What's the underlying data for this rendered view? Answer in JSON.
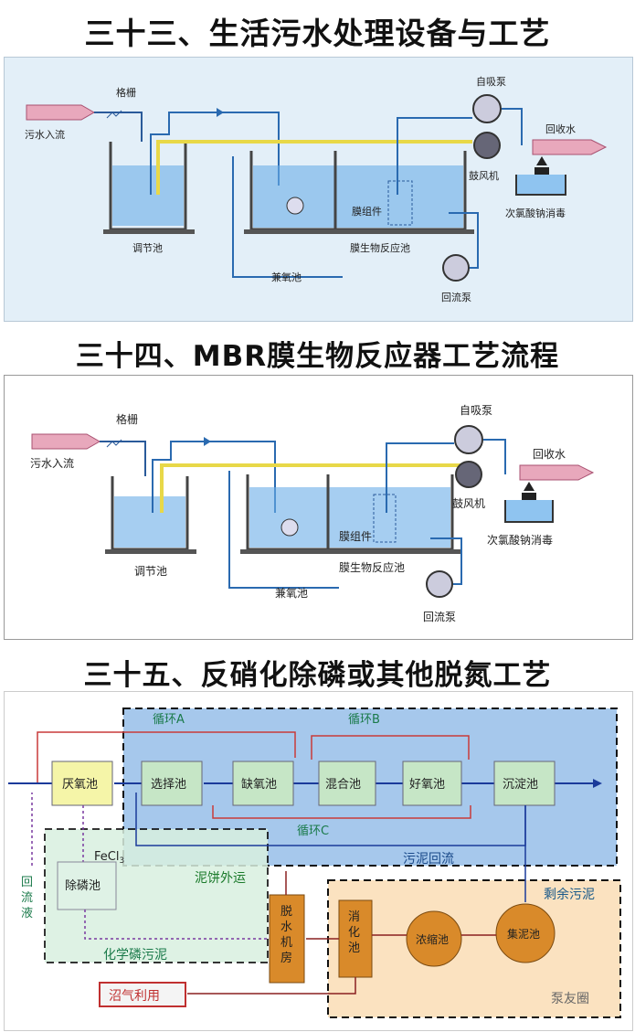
{
  "titles": {
    "t1": "三十三、生活污水处理设备与工艺",
    "t2": "三十四、MBR膜生物反应器工艺流程",
    "t3": "三十五、反硝化除磷或其他脱氮工艺"
  },
  "mbr_labels": {
    "inflow": "污水入流",
    "screen": "格栅",
    "pump": "自吸泵",
    "blower": "鼓风机",
    "recycled_water": "回收水",
    "disinfection": "次氯酸钠消毒",
    "regulating_tank": "调节池",
    "membrane_module": "膜组件",
    "reactor": "膜生物反应池",
    "anoxic_tank": "兼氧池",
    "return_pump": "回流泵"
  },
  "mbr2_labels": {
    "pump": "自吸泵",
    "recycled_water": "回收水"
  },
  "denit": {
    "anaerobic": "厌氧池",
    "selector": "选择池",
    "anoxic": "缺氧池",
    "mixing": "混合池",
    "aerobic": "好氧池",
    "settling": "沉淀池",
    "cycle_a": "循环A",
    "cycle_b": "循环B",
    "cycle_c": "循环C",
    "fecl3": "FeCl",
    "fecl3_sub": "3",
    "sludge_return": "污泥回流",
    "return_liquid": "回\n流\n液",
    "p_removal": "除磷池",
    "cake_out": "泥饼外运",
    "dewater": "脱\n水\n机\n房",
    "digester": "消\n化\n池",
    "thickener": "浓缩池",
    "sludge_collect": "集泥池",
    "excess_sludge": "剩余污泥",
    "chem_sludge": "化学磷污泥",
    "biogas": "沼气利用",
    "watermark": "泵友圈"
  }
}
